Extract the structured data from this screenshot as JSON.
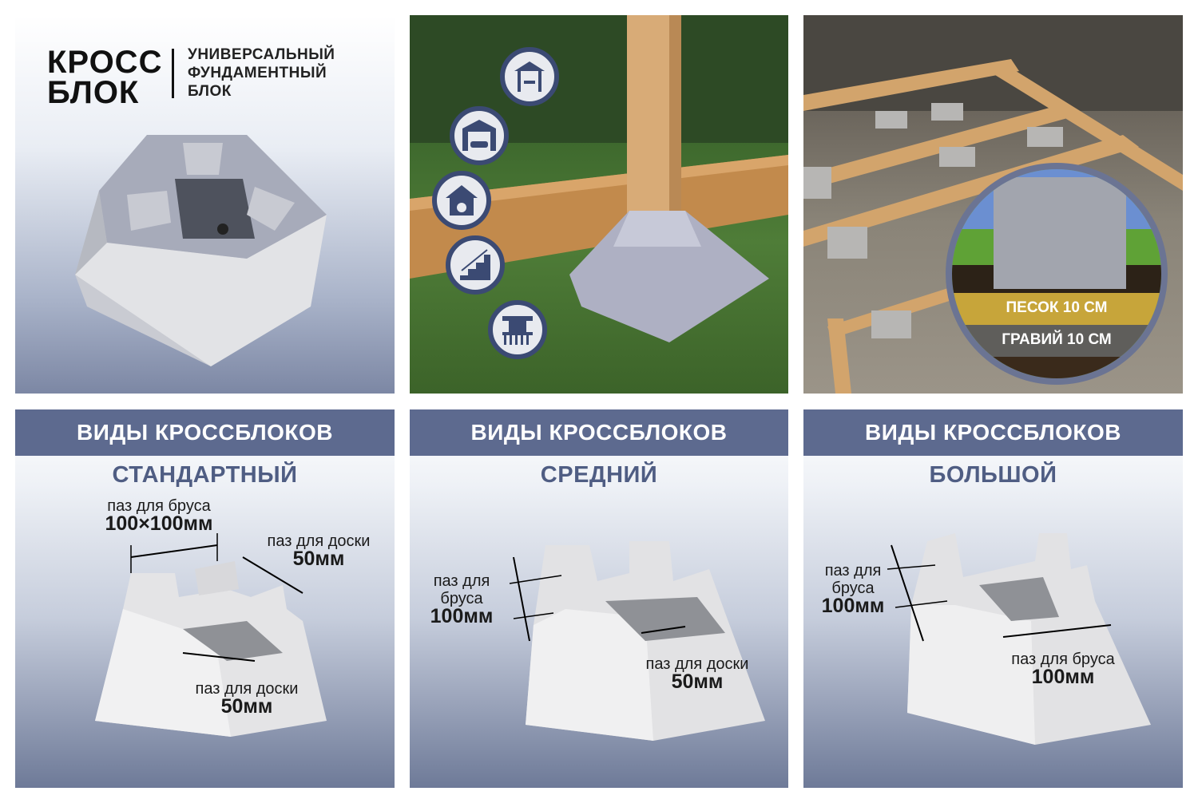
{
  "brand": {
    "logo_line1": "КРОСС",
    "logo_line2": "БЛОК",
    "tagline_line1": "УНИВЕРСАЛЬНЫЙ",
    "tagline_line2": "ФУНДАМЕНТНЫЙ",
    "tagline_line3": "БЛОК"
  },
  "usage_icons": [
    "gazebo-icon",
    "garage-icon",
    "doghouse-icon",
    "stairs-icon",
    "porch-icon"
  ],
  "ground_layers": {
    "sand": "ПЕСОК 10 СМ",
    "gravel": "ГРАВИЙ 10 СМ"
  },
  "types": [
    {
      "header": "ВИДЫ КРОССБЛОКОВ",
      "name": "СТАНДАРТНЫЙ",
      "labels": [
        {
          "text": "паз для бруса",
          "value": "100×100мм"
        },
        {
          "text": "паз для доски",
          "value": "50мм"
        },
        {
          "text": "паз для доски",
          "value": "50мм"
        }
      ]
    },
    {
      "header": "ВИДЫ КРОССБЛОКОВ",
      "name": "СРЕДНИЙ",
      "labels": [
        {
          "text": "паз для бруса",
          "value": "100мм"
        },
        {
          "text": "паз для доски",
          "value": "50мм"
        }
      ]
    },
    {
      "header": "ВИДЫ КРОССБЛОКОВ",
      "name": "БОЛЬШОЙ",
      "labels": [
        {
          "text": "паз для бруса",
          "value": "100мм"
        },
        {
          "text": "паз для бруса",
          "value": "100мм"
        }
      ]
    }
  ],
  "colors": {
    "header_bg": "#5d6a8f",
    "subtitle": "#4f5d83",
    "icon_ring": "#3b4a73",
    "sand_layer": "#c7a53a"
  }
}
